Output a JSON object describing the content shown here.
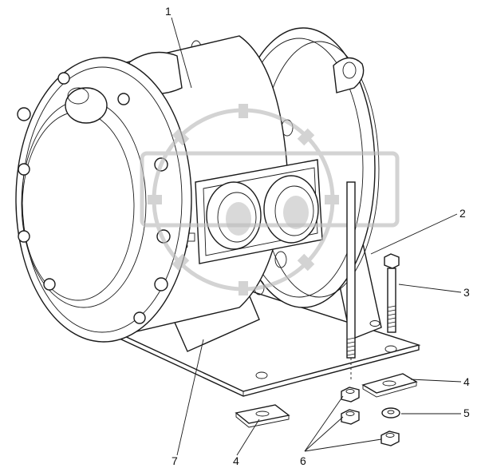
{
  "callouts": {
    "c1": "1",
    "c2": "2",
    "c3": "3",
    "c4a": "4",
    "c4b": "4",
    "c5": "5",
    "c6": "6",
    "c7": "7"
  },
  "colors": {
    "line": "#1a1a1a",
    "watermark": "#bdbdbd",
    "background": "#ffffff"
  }
}
